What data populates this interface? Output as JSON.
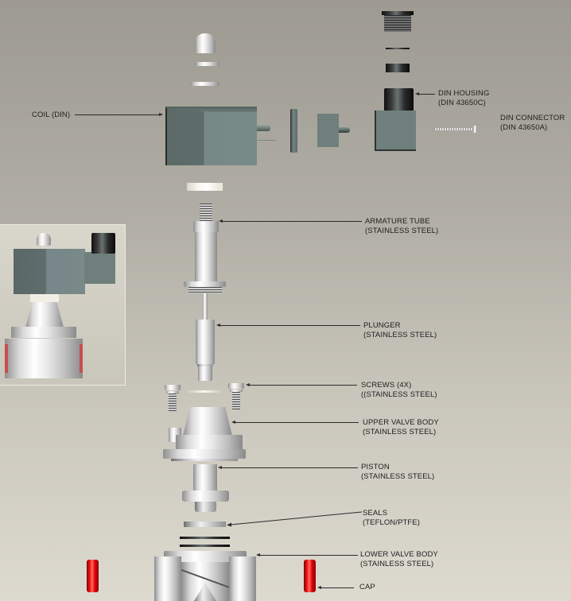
{
  "diagram": {
    "type": "exploded-view",
    "subject": "Solenoid valve (DIN coil, stainless steel body)",
    "background": {
      "top": "#9d9a91",
      "bottom": "#dddad0"
    },
    "colors": {
      "coil": "#6f7f7c",
      "steel": "#d8d8d8",
      "din_housing_top": "#1a1a1a",
      "cap": "#e00000",
      "label_text": "#1e1e1e"
    }
  },
  "labels": {
    "coil": {
      "line1": "COIL (DIN)"
    },
    "din_housing": {
      "line1": "DIN HOUSING",
      "line2": "(DIN 43650C)"
    },
    "din_connector": {
      "line1": "DIN CONNECTOR",
      "line2": "(DIN 43650A)"
    },
    "armature_tube": {
      "line1": "ARMATURE TUBE",
      "line2": "(STAINLESS STEEL)"
    },
    "plunger": {
      "line1": "PLUNGER",
      "line2": "(STAINLESS STEEL)"
    },
    "screws": {
      "line1": "SCREWS (4X)",
      "line2": "((STAINLESS STEEL)"
    },
    "upper_valve_body": {
      "line1": "UPPER VALVE BODY",
      "line2": "(STAINLESS STEEL)"
    },
    "piston": {
      "line1": "PISTON",
      "line2": "(STAINLESS STEEL)"
    },
    "seals": {
      "line1": "SEALS",
      "line2": "(TEFLON/PTFE)"
    },
    "lower_valve_body": {
      "line1": "LOWER VALVE BODY",
      "line2": "(STAINLESS STEEL)"
    },
    "cap": {
      "line1": "CAP"
    }
  },
  "components": [
    "acorn-nut",
    "washer-small",
    "washer-large",
    "coil",
    "gasket",
    "connector-insert",
    "din-housing",
    "cable-gland",
    "gland-washer",
    "gland-seal",
    "screw",
    "coil-spacer",
    "armature-tube",
    "plunger",
    "screws-4x",
    "o-ring",
    "upper-valve-body",
    "piston",
    "seals",
    "lower-valve-body",
    "cap-left",
    "cap-right",
    "assembled-valve-inset"
  ]
}
